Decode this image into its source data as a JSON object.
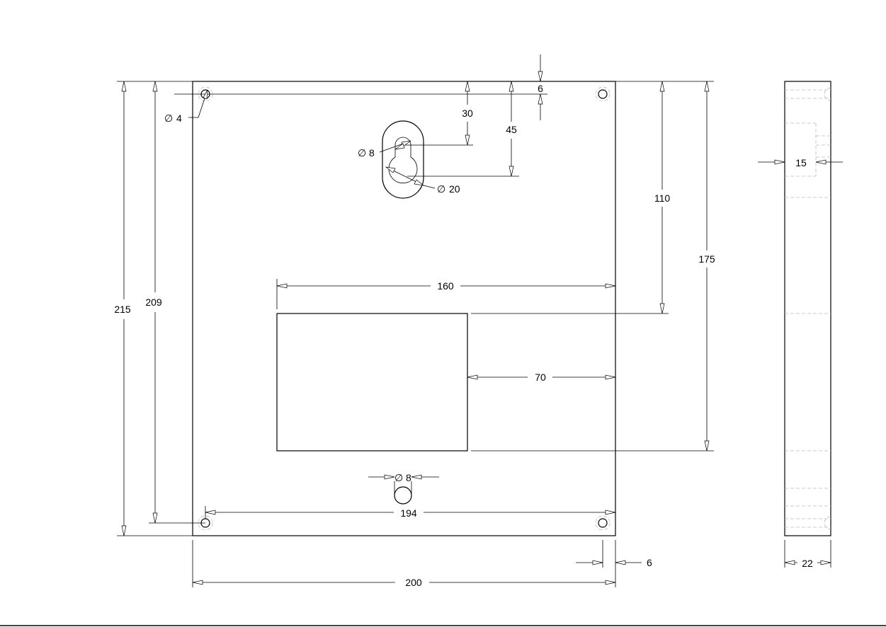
{
  "dimensions": {
    "overall_height": "215",
    "hole_spacing_vertical": "209",
    "hole_diameter_label": "4",
    "top_edge_offset": "6",
    "keyhole_small_offset": "30",
    "keyhole_large_offset": "45",
    "keyhole_small_diameter_label": "8",
    "keyhole_large_diameter_label": "20",
    "cutout_top_offset": "110",
    "cutout_bottom_offset": "175",
    "cutout_width": "160",
    "cutout_right_margin": "70",
    "bottom_hole_diameter_label": "8",
    "hole_spacing_horizontal": "194",
    "side_edge_offset": "6",
    "overall_width": "200",
    "side_pocket_depth": "15",
    "side_thickness": "22"
  },
  "symbols": {
    "diameter": "∅"
  },
  "colors": {
    "line": "#000000",
    "hidden_line": "#bbbbbb",
    "background": "#ffffff"
  }
}
